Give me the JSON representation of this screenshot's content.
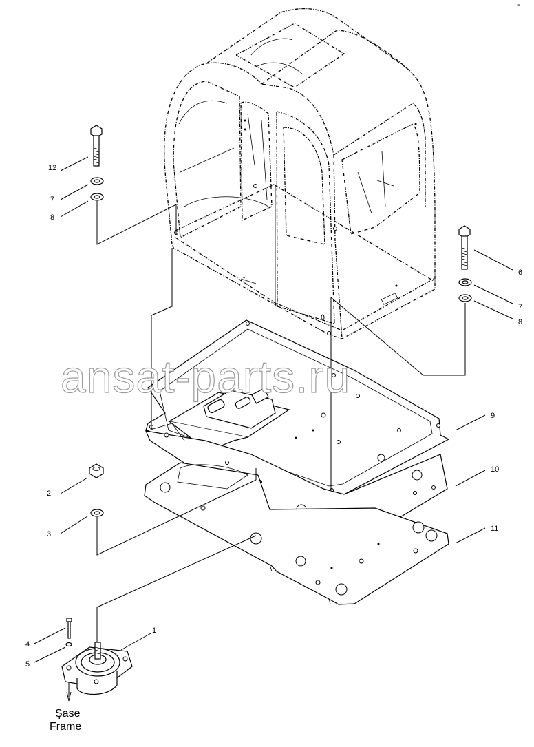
{
  "watermark": "ansat-parts.ru",
  "corner_mark": "-",
  "callouts": {
    "c1": "1",
    "c2": "2",
    "c3": "3",
    "c4": "4",
    "c5": "5",
    "c6": "6",
    "c7a": "7",
    "c7b": "7",
    "c8a": "8",
    "c8b": "8",
    "c9": "9",
    "c10": "10",
    "c11": "11",
    "c12": "12"
  },
  "caption": {
    "line1": "Şase",
    "line2": "Frame"
  }
}
